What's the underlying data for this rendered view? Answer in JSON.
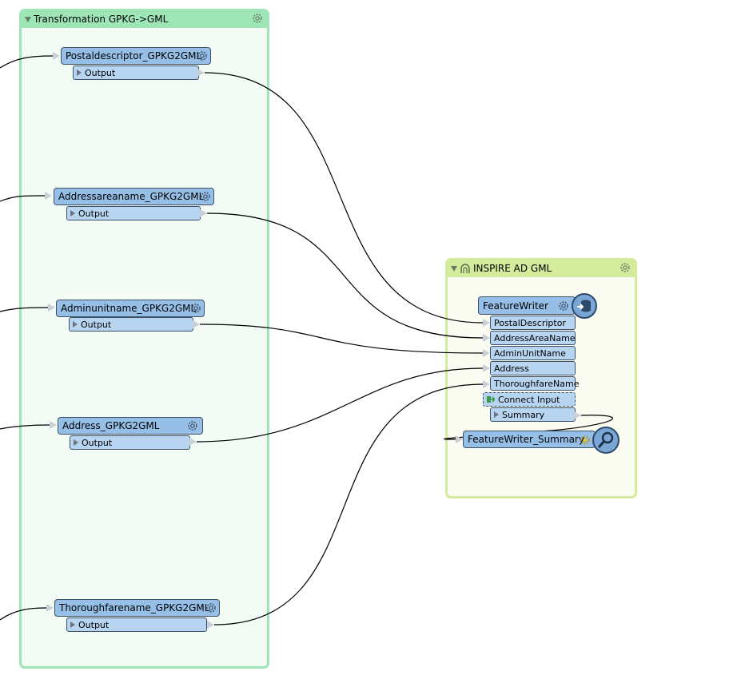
{
  "bookmarks": {
    "transformation": {
      "title": "Transformation GPKG->GML"
    },
    "inspire": {
      "title": "INSPIRE AD GML"
    }
  },
  "transformers": [
    {
      "name": "Postaldescriptor_GPKG2GML",
      "port": "Output"
    },
    {
      "name": "Addressareaname_GPKG2GML",
      "port": "Output"
    },
    {
      "name": "Adminunitname_GPKG2GML",
      "port": "Output"
    },
    {
      "name": "Address_GPKG2GML",
      "port": "Output"
    },
    {
      "name": "Thoroughfarename_GPKG2GML",
      "port": "Output"
    }
  ],
  "writer": {
    "name": "FeatureWriter",
    "inputs": [
      "PostalDescriptor",
      "AddressAreaName",
      "AdminUnitName",
      "Address",
      "ThoroughfareName"
    ],
    "connect_input": "Connect Input",
    "summary_port": "Summary"
  },
  "inspector": {
    "name": "FeatureWriter_Summary"
  },
  "icons": {
    "bookmark_collapse": "triangle-down-icon",
    "gear": "gear-icon",
    "writer": "database-writer-icon",
    "inspector": "magnifier-icon",
    "bookmark_portal": "portal-arch-icon"
  },
  "colors": {
    "transform_bookmark": "#9fe6b7",
    "inspire_bookmark": "#d4eb9c",
    "node": "#96bfe8",
    "port": "#b7d4f1"
  }
}
